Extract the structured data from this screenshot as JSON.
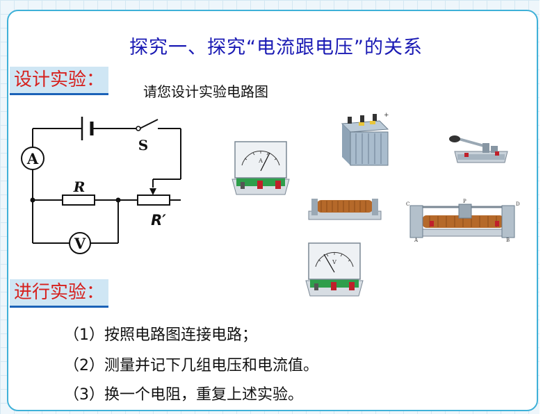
{
  "title": "探究一、探究“电流跟电压”的关系",
  "design_label": "设计实验：",
  "design_prompt": "请您设计实验电路图",
  "circuit": {
    "ammeter": "A",
    "voltmeter": "V",
    "switch": "S",
    "resistor": "R",
    "rheostat": "R′"
  },
  "conduct_label": "进行实验：",
  "steps": [
    "（1）按照电路图连接电路；",
    "（2）测量并记下几组电压和电流值。",
    "（3）换一个电阻，重复上述实验。"
  ],
  "equipment": {
    "ammeter_face": "A",
    "voltmeter_face": "V",
    "rheostat_terminals": [
      "C",
      "P",
      "D",
      "A",
      "B"
    ]
  },
  "colors": {
    "title": "#1a1ab4",
    "label_text": "#d6201d",
    "label_bg": "#cfe6f4",
    "frame": "#3fb1d8"
  }
}
